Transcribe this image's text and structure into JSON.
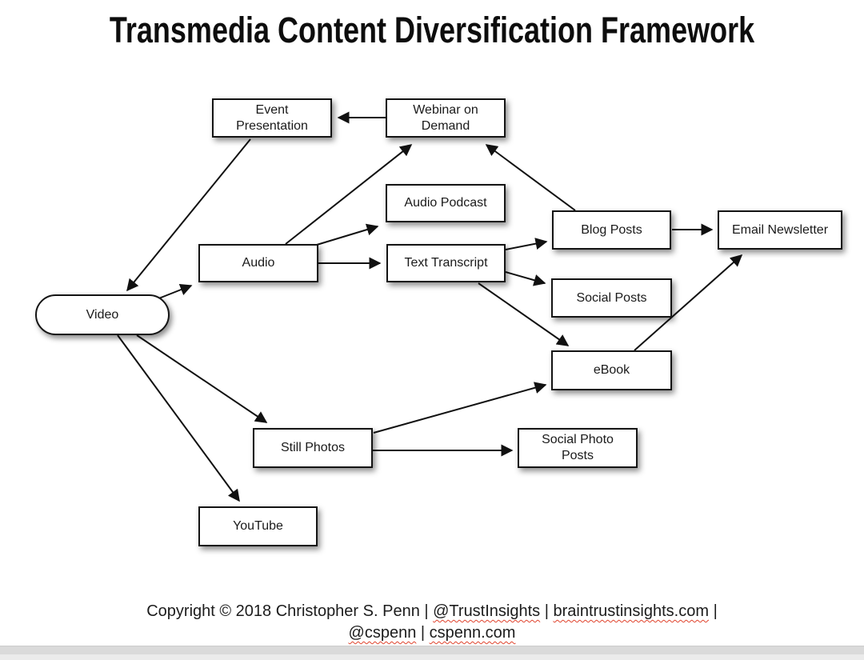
{
  "title": "Transmedia Content Diversification Framework",
  "colors": {
    "node_fill": "#ffffff",
    "node_border": "#141414",
    "arrow": "#111111",
    "spellcheck_underline": "#e0432d",
    "bottom_bar": "#dadada"
  },
  "diagram": {
    "nodes": {
      "video": {
        "label": "Video",
        "shape": "rounded"
      },
      "audio": {
        "label": "Audio",
        "shape": "rect"
      },
      "event_presentation": {
        "label": "Event Presentation",
        "shape": "rect"
      },
      "webinar_on_demand": {
        "label": "Webinar on Demand",
        "shape": "rect"
      },
      "audio_podcast": {
        "label": "Audio Podcast",
        "shape": "rect"
      },
      "text_transcript": {
        "label": "Text Transcript",
        "shape": "rect"
      },
      "blog_posts": {
        "label": "Blog Posts",
        "shape": "rect"
      },
      "email_newsletter": {
        "label": "Email Newsletter",
        "shape": "rect"
      },
      "social_posts": {
        "label": "Social Posts",
        "shape": "rect"
      },
      "ebook": {
        "label": "eBook",
        "shape": "rect"
      },
      "still_photos": {
        "label": "Still Photos",
        "shape": "rect"
      },
      "social_photo_posts": {
        "label": "Social Photo Posts",
        "shape": "rect"
      },
      "youtube": {
        "label": "YouTube",
        "shape": "rect"
      }
    },
    "edges": [
      {
        "from": "webinar_on_demand",
        "to": "event_presentation"
      },
      {
        "from": "event_presentation",
        "to": "video"
      },
      {
        "from": "video",
        "to": "audio"
      },
      {
        "from": "audio",
        "to": "webinar_on_demand"
      },
      {
        "from": "audio",
        "to": "audio_podcast"
      },
      {
        "from": "audio",
        "to": "text_transcript"
      },
      {
        "from": "text_transcript",
        "to": "blog_posts"
      },
      {
        "from": "text_transcript",
        "to": "social_posts"
      },
      {
        "from": "text_transcript",
        "to": "ebook"
      },
      {
        "from": "blog_posts",
        "to": "webinar_on_demand"
      },
      {
        "from": "blog_posts",
        "to": "email_newsletter"
      },
      {
        "from": "ebook",
        "to": "email_newsletter"
      },
      {
        "from": "still_photos",
        "to": "ebook"
      },
      {
        "from": "still_photos",
        "to": "social_photo_posts"
      },
      {
        "from": "video",
        "to": "youtube"
      },
      {
        "from": "video",
        "to": "still_photos"
      }
    ]
  },
  "footer": {
    "line1": {
      "text1": "Copyright © 2018 Christopher S. Penn | ",
      "handle": "@TrustInsights",
      "sep1": " | ",
      "site": "braintrustinsights.com",
      "tail": " |"
    },
    "line2": {
      "handle": "@cspenn",
      "sep": " | ",
      "site": "cspenn.com"
    }
  }
}
